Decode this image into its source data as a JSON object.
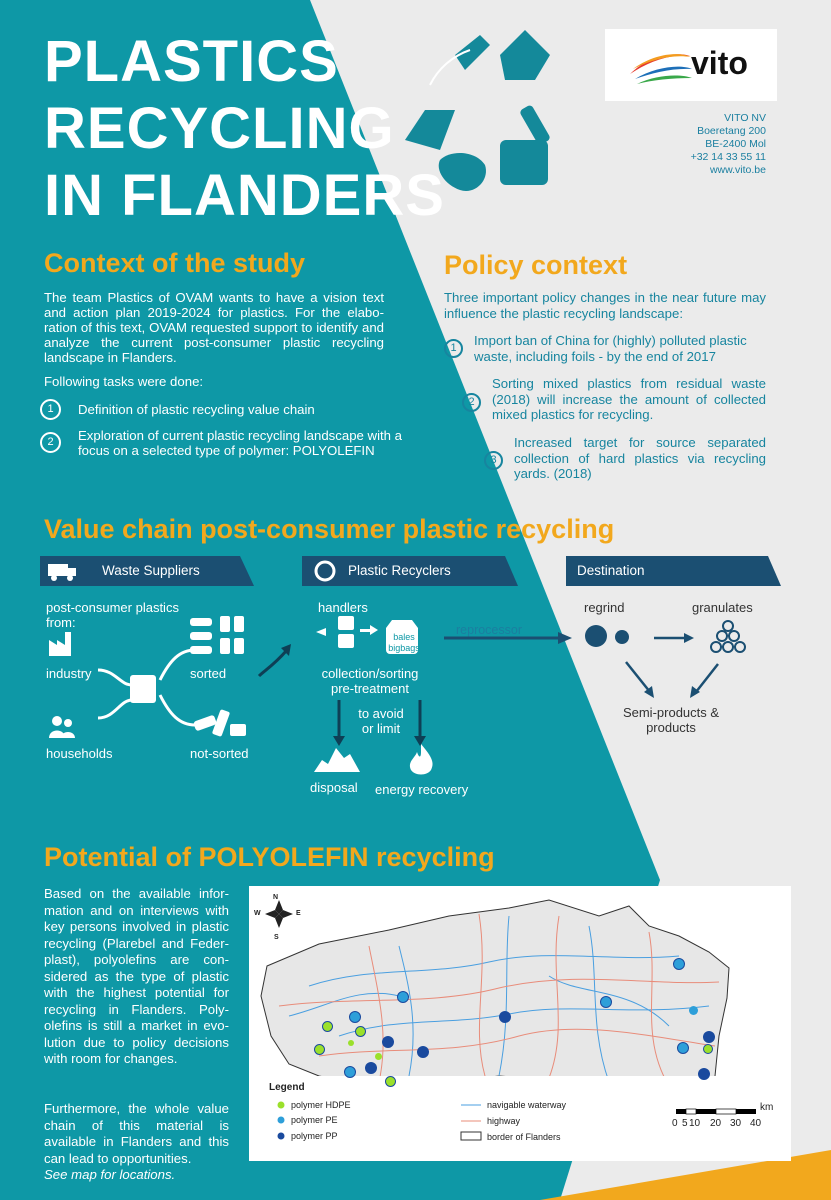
{
  "header": {
    "title_line1": "PLASTICS",
    "title_line2": "RECYCLING",
    "title_line3": "IN FLANDERS",
    "logo_text": "vito",
    "address": [
      "VITO NV",
      "Boeretang 200",
      "BE-2400 Mol",
      "+32 14 33 55 11",
      "www.vito.be"
    ]
  },
  "context": {
    "heading": "Context of the study",
    "text": "The team Plastics of OVAM wants to have a vision text and action plan 2019-2024 for plastics. For the elabo-ration of this text, OVAM requested support to identify and analyze the current post-consumer plastic recycling landscape in Flanders.",
    "tasks_intro": "Following tasks were done:",
    "tasks": [
      {
        "n": "1",
        "text": "Definition of plastic recycling value chain"
      },
      {
        "n": "2",
        "text": "Exploration of current plastic recycling landscape with a focus on a selected type of polymer: POLYOLEFIN"
      }
    ]
  },
  "policy": {
    "heading": "Policy context",
    "intro": "Three important policy changes in the near future may influence the plastic recycling landscape:",
    "items": [
      {
        "n": "1",
        "text": "Import ban of China for (highly) polluted plastic waste, including foils - by the end of 2017"
      },
      {
        "n": "2",
        "text": "Sorting mixed plastics from residual waste (2018) will increase the amount of collected mixed plastics for recycling."
      },
      {
        "n": "3",
        "text": "Increased target for source separated collection of hard plastics via recycling yards. (2018)"
      }
    ]
  },
  "value_chain": {
    "heading": "Value chain post-consumer plastic recycling",
    "banners": [
      "Waste Suppliers",
      "Plastic Recyclers",
      "Destination"
    ],
    "suppliers": {
      "intro": "post-consumer plastics from:",
      "industry": "industry",
      "households": "households",
      "sorted": "sorted",
      "not_sorted": "not-sorted"
    },
    "recyclers": {
      "handlers": "handlers",
      "bales": "bales bigbags",
      "collection": "collection/sorting pre-treatment",
      "avoid": "to avoid or limit",
      "disposal": "disposal",
      "energy": "energy recovery",
      "reprocessor": "reprocessor"
    },
    "destination": {
      "regrind": "regrind",
      "granulates": "granulates",
      "semi": "Semi-products & products"
    }
  },
  "potential": {
    "heading": "Potential of POLYOLEFIN recycling",
    "text1": "Based on the available infor-mation and on interviews with key persons involved in plastic recycling (Plarebel and Feder-plast), polyolefins are con-sidered as the type of plastic with the highest potential for recycling in Flanders. Poly-olefins is still a market in evo-lution due to policy decisions with room for changes.",
    "text2": "Furthermore, the whole value chain of this material is available in Flanders and this can lead to opportunities.",
    "text3": "See map for locations."
  },
  "map": {
    "compass": {
      "n": "N",
      "s": "S",
      "e": "E",
      "w": "W"
    },
    "legend_title": "Legend",
    "legend": [
      {
        "label": "polymer HDPE",
        "color": "#9be02b"
      },
      {
        "label": "polymer PE",
        "color": "#2e9fd9"
      },
      {
        "label": "polymer PP",
        "color": "#1a4a9e"
      }
    ],
    "legend_lines": [
      "navigable waterway",
      "highway",
      "border of Flanders"
    ],
    "scale_unit": "km",
    "scale_ticks": [
      "0",
      "5",
      "10",
      "20",
      "30",
      "40"
    ],
    "colors": {
      "teal": "#0e98a6",
      "orange": "#f2a81d",
      "navy": "#1b4f72"
    }
  }
}
